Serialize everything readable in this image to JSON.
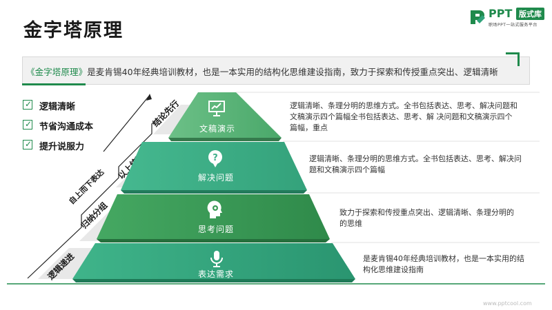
{
  "title": "金字塔原理",
  "logo": {
    "brand": "PPT",
    "badge": "版式库",
    "tagline": "职场PPT一站式服务平台"
  },
  "intro": {
    "highlight": "《金字塔原理》",
    "text": "是麦肯锡40年经典培训教材，也是一本实用的结构化思维建设指南，致力于探索和传授重点突出、逻辑清晰"
  },
  "checklist": [
    {
      "label": "逻辑清晰",
      "checked": true
    },
    {
      "label": "节省沟通成本",
      "checked": true
    },
    {
      "label": "提升说服力",
      "checked": true
    }
  ],
  "stairs": {
    "steps": [
      "逻辑递进",
      "归纳分组",
      "以上统下",
      "结论先行"
    ],
    "arrow_label": "自上而下表达"
  },
  "pyramid": {
    "tiers": [
      {
        "label": "文稿演示",
        "icon": "presentation-icon",
        "color": "#5cb878"
      },
      {
        "label": "解决问题",
        "icon": "question-icon",
        "color": "#3fb08b"
      },
      {
        "label": "思考问题",
        "icon": "thinking-head-icon",
        "color": "#3a9a55"
      },
      {
        "label": "表达需求",
        "icon": "microphone-icon",
        "color": "#2fa37a"
      }
    ]
  },
  "descriptions": [
    "逻辑清晰、条理分明的思维方式。全书包括表达、思考、解决问题和文稿演示四个篇幅全书包括表达、思考、解 决问题和文稿演示四个篇幅，重点",
    "逻辑清晰、条理分明的思维方式。全书包括表达、思考、解决问题和文稿演示四个篇幅",
    "致力于探索和传授重点突出、逻辑清晰、条理分明的的思维",
    "是麦肯锡40年经典培训教材，也是一本实用的结构化思维建设指南"
  ],
  "footer": {
    "url": "www.pptcool.com"
  },
  "colors": {
    "accent": "#1f8a4c"
  }
}
